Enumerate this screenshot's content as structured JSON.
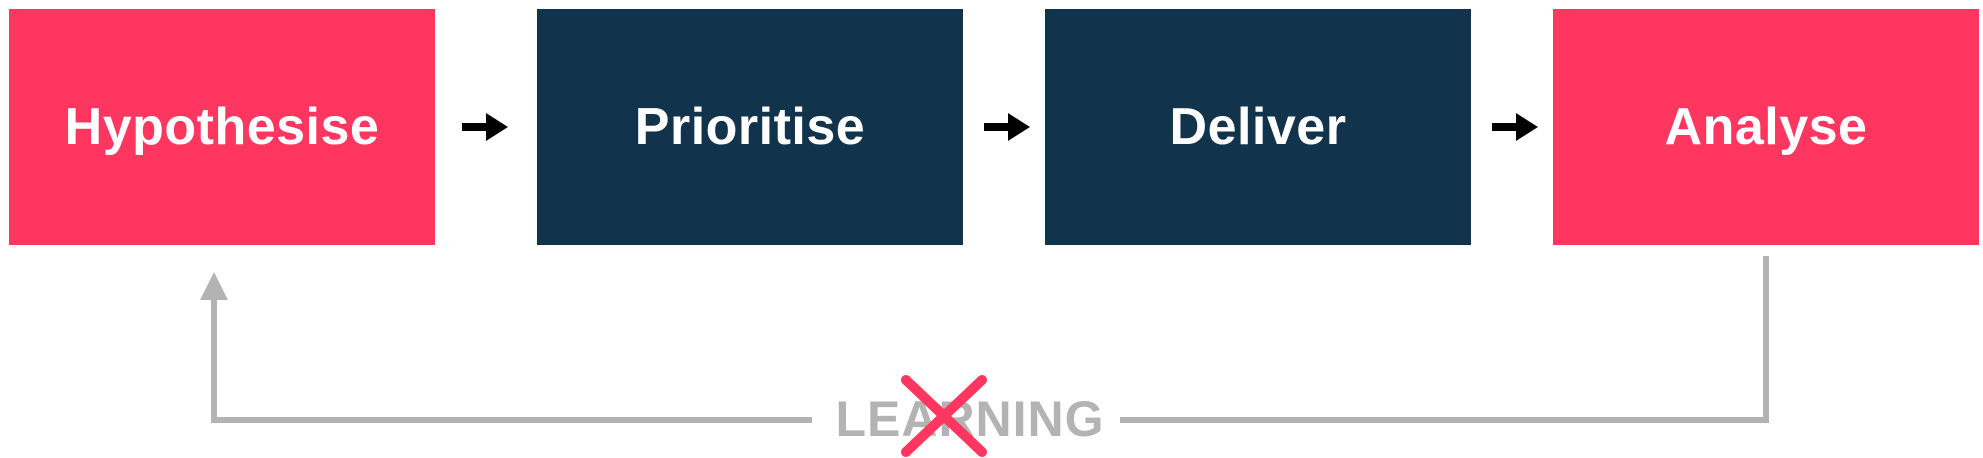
{
  "steps": [
    {
      "label": "Hypothesise",
      "color": "#ff3660"
    },
    {
      "label": "Prioritise",
      "color": "#12334c"
    },
    {
      "label": "Deliver",
      "color": "#12334c"
    },
    {
      "label": "Analyse",
      "color": "#ff3660"
    }
  ],
  "loop": {
    "label": "LEARNING",
    "line_color": "#b3b3b3",
    "crossed_out": true,
    "cross_color": "#ff3660"
  },
  "arrow_color": "#000000"
}
